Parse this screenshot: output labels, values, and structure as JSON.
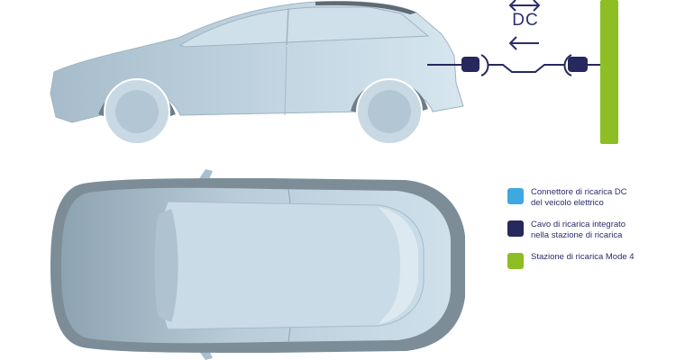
{
  "diagram": {
    "current_label": "DC",
    "legend": [
      {
        "label": "Connettore di ricarica DC\ndel veicolo elettrico",
        "color": "#3ea8e0"
      },
      {
        "label": "Cavo di ricarica integrato\nnella stazione di ricarica",
        "color": "#26285e"
      },
      {
        "label": "Stazione di ricarica Mode 4",
        "color": "#8dbe23"
      }
    ]
  }
}
